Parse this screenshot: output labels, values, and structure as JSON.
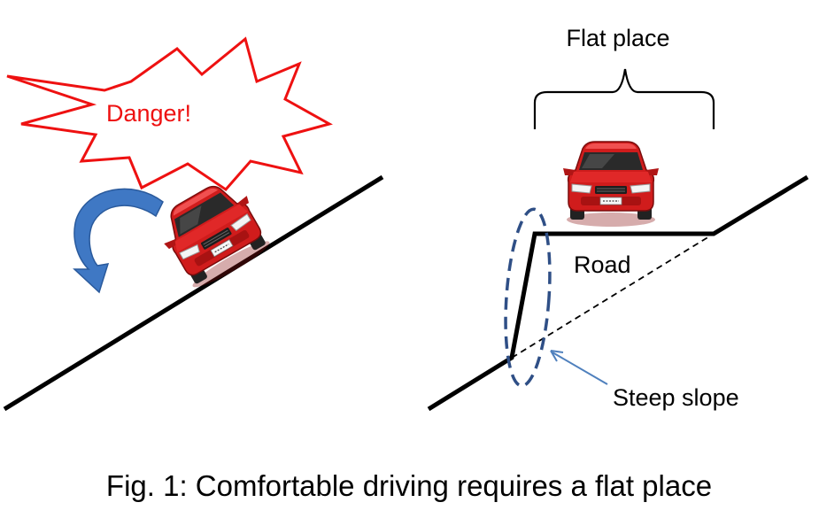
{
  "labels": {
    "danger": "Danger!",
    "flat_place": "Flat place",
    "road": "Road",
    "steep_slope": "Steep slope"
  },
  "caption": "Fig. 1: Comfortable driving requires a flat place",
  "colors": {
    "danger_text": "#ee1111",
    "burst_stroke": "#ee1111",
    "arrow_fill": "#3f78c4",
    "ellipse_stroke": "#2f4f86",
    "pointer_stroke": "#4f80bd",
    "car_body": "#d01c1c",
    "road_line": "#000000"
  }
}
